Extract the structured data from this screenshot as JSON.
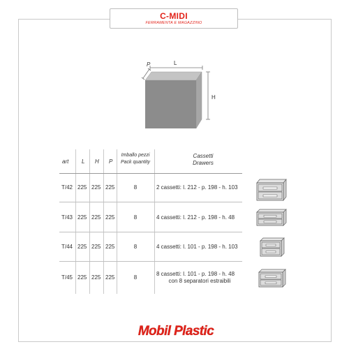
{
  "header": {
    "title": "C-MIDI",
    "subtitle": "FERRAMENTA E MAGAZZINO"
  },
  "figure": {
    "labels": {
      "p": "P",
      "l": "L",
      "h": "H"
    },
    "colors": {
      "front": "#8c8c8c",
      "top": "#c4c4c4",
      "side": "#a6a6a6"
    }
  },
  "table": {
    "headers": {
      "art": "art",
      "l": "L",
      "h": "H",
      "p": "P",
      "pack_it": "Imballo pezzi",
      "pack_en": "Pack quantity",
      "cassetti_it": "Cassetti",
      "cassetti_en": "Drawers"
    },
    "rows": [
      {
        "art": "T/42",
        "l": "225",
        "h": "225",
        "p": "225",
        "pack": "8",
        "drawers": "2 cassetti: l. 212 - p. 198 - h. 103",
        "drawers2": ""
      },
      {
        "art": "T/43",
        "l": "225",
        "h": "225",
        "p": "225",
        "pack": "8",
        "drawers": "4 cassetti: l. 212 - p. 198 - h. 48",
        "drawers2": ""
      },
      {
        "art": "T/44",
        "l": "225",
        "h": "225",
        "p": "225",
        "pack": "8",
        "drawers": "4 cassetti: l. 101 - p. 198 - h. 103",
        "drawers2": ""
      },
      {
        "art": "T/45",
        "l": "225",
        "h": "225",
        "p": "225",
        "pack": "8",
        "drawers": "8 cassetti: l. 101 - p. 198 - h.  48",
        "drawers2": "con 8 separatori estraibili"
      }
    ]
  },
  "footer": {
    "brand": "Mobil Plastic",
    "brand_color": "#e2231a"
  }
}
